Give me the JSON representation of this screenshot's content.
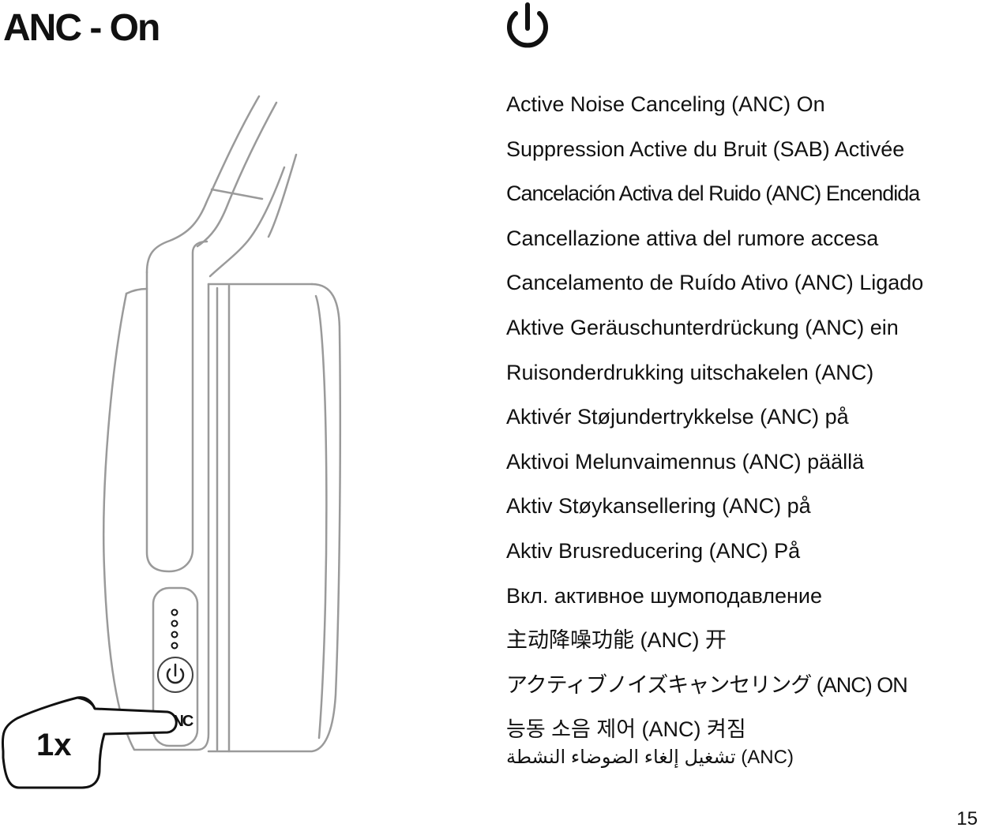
{
  "page": {
    "title": "ANC - On",
    "page_number": "15"
  },
  "icons": {
    "header": "power-icon",
    "device_button": "power-icon",
    "hand": "pointing-hand-icon"
  },
  "device": {
    "anc_label": "ANC",
    "press_count": "1x",
    "indicator_dots": 4
  },
  "translations": [
    "Active Noise Canceling (ANC) On",
    "Suppression Active du Bruit (SAB) Activée",
    "Cancelación Activa del Ruido (ANC) Encendida",
    "Cancellazione attiva del rumore accesa",
    "Cancelamento de Ruído Ativo (ANC) Ligado",
    "Aktive Geräuschunterdrückung (ANC) ein",
    "Ruisonderdrukking uitschakelen (ANC)",
    "Aktivér Støjundertrykkelse (ANC) på",
    "Aktivoi Melunvaimennus (ANC) päällä",
    "Aktiv Støykansellering (ANC) på",
    "Aktiv Brusreducering (ANC) På",
    "Вкл. активное шумоподавление",
    "主动降噪功能 (ANC) 开",
    "アクティブノイズキャンセリング (ANC) ON",
    "능동 소음 제어 (ANC) 켜짐",
    "تشغيل إلغاء الضوضاء النشطة (ANC)"
  ]
}
